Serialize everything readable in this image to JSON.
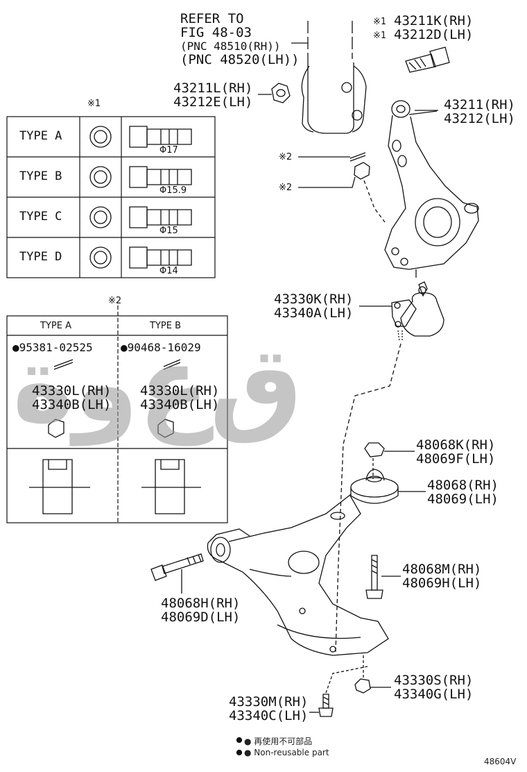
{
  "refer": {
    "line1": "REFER TO",
    "line2": "FIG 48-03",
    "line3": "(PNC 48510(RH))",
    "line4": "(PNC 48520(LH))"
  },
  "labels": {
    "bolt_top": {
      "mark": "※1",
      "rh": "43211K(RH)",
      "lh": "43212D(LH)"
    },
    "nut_top": {
      "rh": "43211L(RH)",
      "lh": "43212E(LH)"
    },
    "knuckle": {
      "rh": "43211(RH)",
      "lh": "43212(LH)"
    },
    "ref2a": "※2",
    "ref2b": "※2",
    "ball_joint": {
      "rh": "43330K(RH)",
      "lh": "43340A(LH)"
    },
    "nut_48068k": {
      "rh": "48068K(RH)",
      "lh": "48069F(LH)"
    },
    "bushing": {
      "rh": "48068(RH)",
      "lh": "48069(LH)"
    },
    "bolt_48068m": {
      "rh": "48068M(RH)",
      "lh": "48069H(LH)"
    },
    "bolt_48068h": {
      "rh": "48068H(RH)",
      "lh": "48069D(LH)"
    },
    "nut_43330s": {
      "rh": "43330S(RH)",
      "lh": "43340G(LH)"
    },
    "bolt_43330m": {
      "rh": "43330M(RH)",
      "lh": "43340C(LH)"
    }
  },
  "type_table": {
    "mark": "※1",
    "rows": [
      {
        "type": "TYPE A",
        "dia": "Φ17"
      },
      {
        "type": "TYPE B",
        "dia": "Φ15.9"
      },
      {
        "type": "TYPE C",
        "dia": "Φ15"
      },
      {
        "type": "TYPE D",
        "dia": "Φ14"
      }
    ]
  },
  "nut_table": {
    "mark": "※2",
    "col_a": {
      "header": "TYPE A",
      "pin": "●95381-02525",
      "rh": "43330L(RH)",
      "lh": "43340B(LH)"
    },
    "col_b": {
      "header": "TYPE B",
      "pin": "●90468-16029",
      "rh": "43330L(RH)",
      "lh": "43340B(LH)"
    }
  },
  "legend": {
    "line1": "● 再使用不可部品",
    "line2": "● Non-reusable part"
  },
  "figure_code": "48604V",
  "watermark": "ﻕﻉﻭﺓ"
}
